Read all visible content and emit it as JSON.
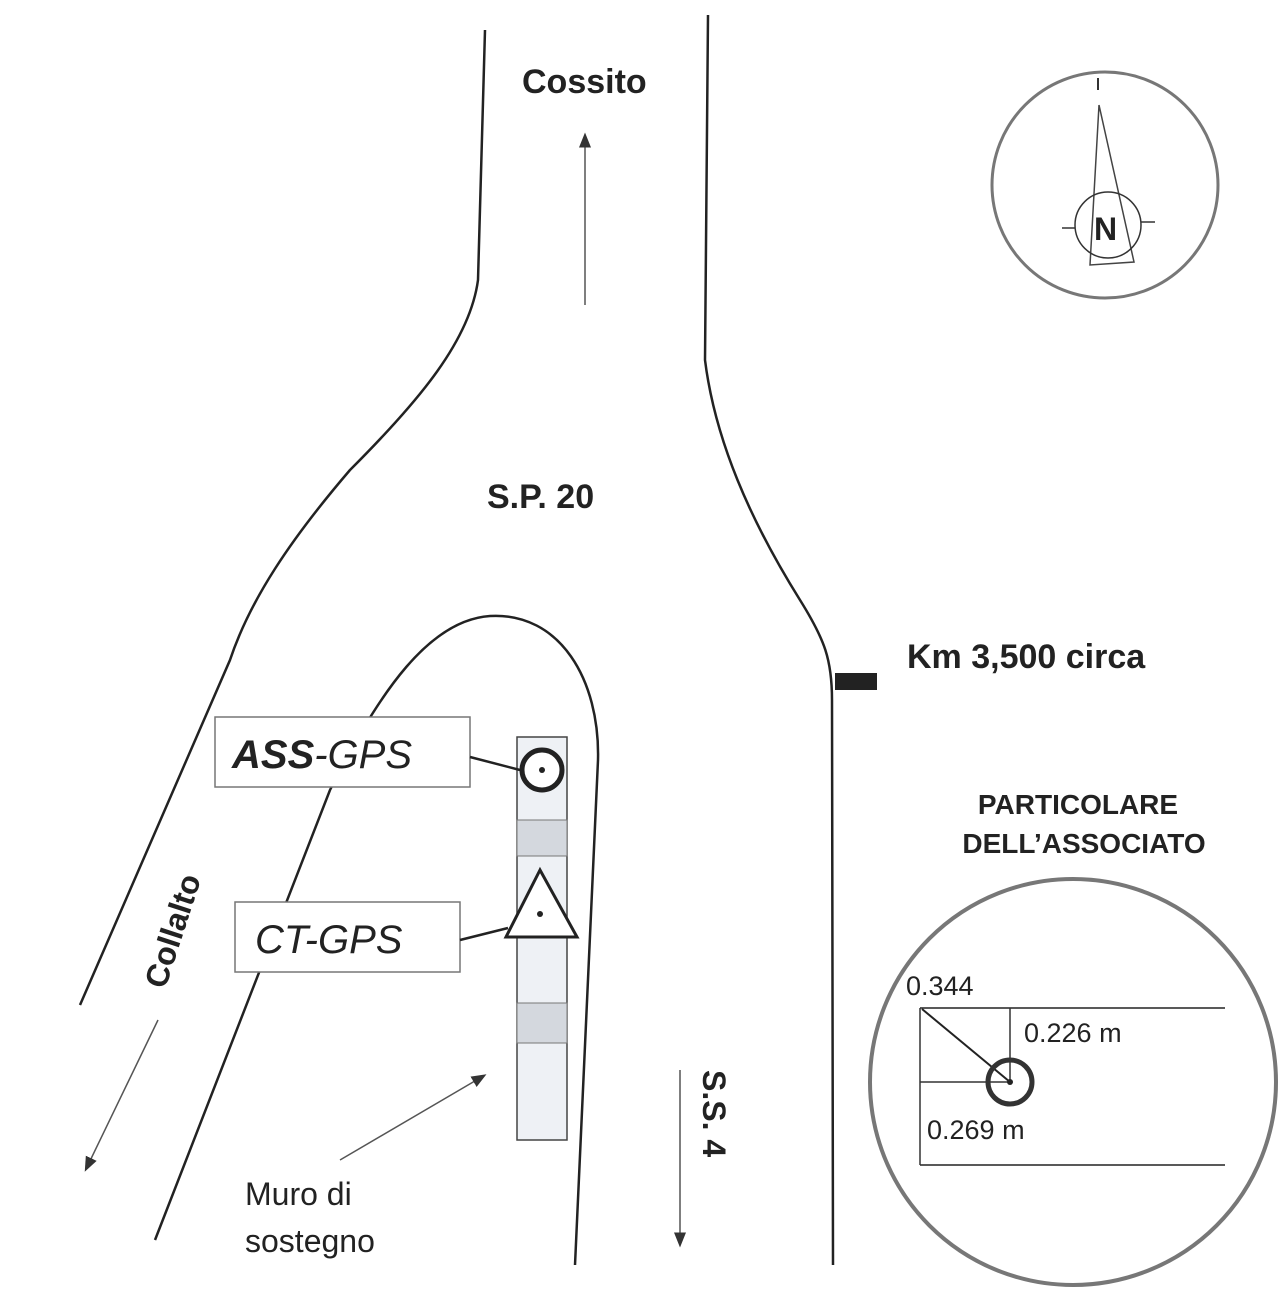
{
  "labels": {
    "north_destination": "Cossito",
    "road_main": "S.P. 20",
    "km_marker": "Km 3,500 circa",
    "left_destination": "Collalto",
    "road_secondary": "S.S. 4",
    "wall_label_line1": "Muro di",
    "wall_label_line2": "sostegno",
    "ass_gps_bold": "ASS",
    "ass_gps_rest": "-GPS",
    "ct_gps": "CT-GPS",
    "detail_title_line1": "PARTICOLARE",
    "detail_title_line2": "DELL’ASSOCIATO",
    "compass_letter": "N"
  },
  "detail": {
    "diagonal": "0.344",
    "vertical": "0.226 m",
    "horizontal": "0.269 m"
  },
  "colors": {
    "line": "#222222",
    "gray_circle": "#777777",
    "wall_fill": "#e4e8ee",
    "wall_block": "#d0d5dc"
  }
}
